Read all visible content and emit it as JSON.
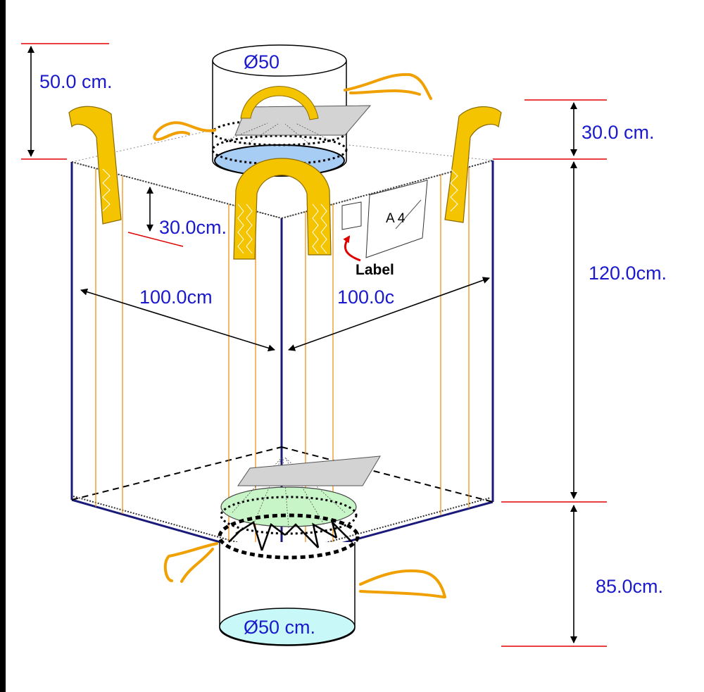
{
  "dimensions": {
    "inlet_height": "50.0 cm.",
    "inlet_diameter": "Ø50",
    "loop_height_right": "30.0 cm.",
    "loop_height_front": "30.0cm.",
    "bag_height": "120.0cm.",
    "width_left": "100.0cm",
    "width_right": "100.0c",
    "outlet_height": "85.0cm.",
    "outlet_diameter": "Ø50 cm."
  },
  "label_pocket": {
    "caption": "Label",
    "doc_size": "A 4"
  },
  "colors": {
    "dimension_text": "#1a1acc",
    "dimension_line": "#e00000",
    "frame": "#1a1a7a",
    "loop_fill": "#f5c400",
    "rope": "#f0a000",
    "inlet_fill": "#a8cdf5",
    "outlet_fill": "#c8f5c8",
    "spout_bottom_fill": "#c8f8f8"
  }
}
